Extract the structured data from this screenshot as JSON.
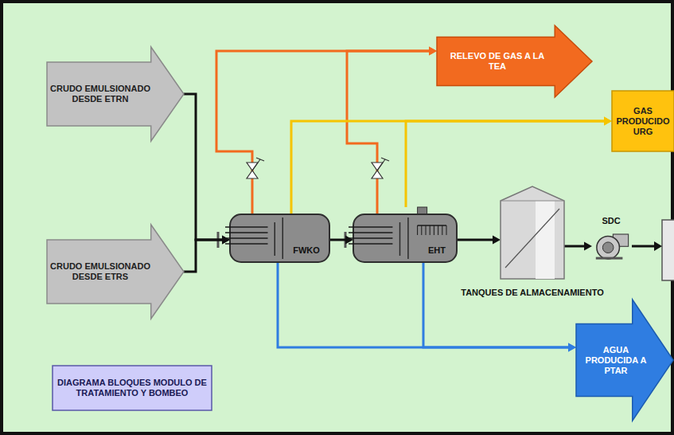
{
  "diagram": {
    "nodes": [
      {
        "text": [
          "CRUDO EMULSIONADO DESDE ETRN"
        ]
      },
      {
        "text": [
          "CRUDO EMULSIONADO DESDE ETRS"
        ]
      },
      {
        "text": [
          "RELEVO DE GAS A LA TEA"
        ]
      },
      {
        "text": [
          "GAS PRODUCIDO URG"
        ]
      },
      {
        "text": [
          "FWKO"
        ]
      },
      {
        "text": [
          "EHT"
        ]
      },
      {
        "text": [
          "TANQUES DE ALMACENAMIENTO"
        ]
      },
      {
        "text": [
          "SDC"
        ]
      },
      {
        "text": [
          "AGUA PRODUCIDA A PTAR"
        ]
      },
      {
        "text": [
          "DIAGRAMA BLOQUES MODULO DE TRATAMIENTO Y BOMBEO"
        ]
      }
    ],
    "edges": [
      {
        "from": 0,
        "to": 4,
        "arrow": "to"
      },
      {
        "from": 1,
        "to": 4,
        "arrow": "to"
      },
      {
        "from": 4,
        "to": 5,
        "arrow": "to"
      },
      {
        "from": 5,
        "to": 6,
        "arrow": "to"
      },
      {
        "from": 6,
        "to": 7,
        "arrow": "to"
      },
      {
        "from": 4,
        "to": 2,
        "arrow": "to"
      },
      {
        "from": 5,
        "to": 2,
        "arrow": "to"
      },
      {
        "from": 4,
        "to": 3,
        "arrow": "to"
      },
      {
        "from": 5,
        "to": 3,
        "arrow": "to"
      },
      {
        "from": 4,
        "to": 8,
        "arrow": "to"
      },
      {
        "from": 5,
        "to": 8,
        "arrow": "to"
      }
    ]
  }
}
